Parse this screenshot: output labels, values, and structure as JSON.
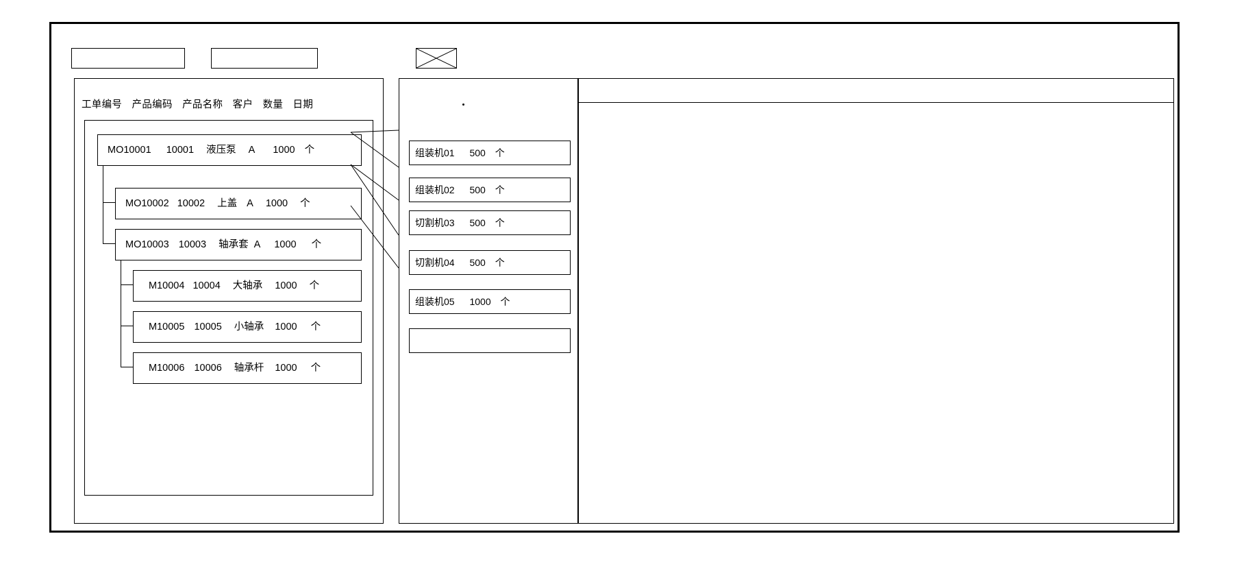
{
  "window": {
    "title": ""
  },
  "toolbar": {
    "field_1_value": "",
    "field_1_placeholder": "",
    "field_2_value": "",
    "field_2_placeholder": "",
    "image_placeholder_name": "image-placeholder-icon"
  },
  "left_panel": {
    "columns": [
      "工单编号",
      "产品编码",
      "产品名称",
      "客户",
      "数量",
      "日期"
    ],
    "rows": [
      {
        "level": 0,
        "order_no": "MO10001",
        "product_code": "10001",
        "product_name": "液压泵",
        "customer": "A",
        "qty": "1000",
        "unit": "个"
      },
      {
        "level": 1,
        "order_no": "MO10002",
        "product_code": "10002",
        "product_name": "上盖",
        "customer": "A",
        "qty": "1000",
        "unit": "个"
      },
      {
        "level": 1,
        "order_no": "MO10003",
        "product_code": "10003",
        "product_name": "轴承套",
        "customer": "A",
        "qty": "1000",
        "unit": "个"
      },
      {
        "level": 2,
        "order_no": "M10004",
        "product_code": "10004",
        "product_name": "大轴承",
        "customer": "",
        "qty": "1000",
        "unit": "个"
      },
      {
        "level": 2,
        "order_no": "M10005",
        "product_code": "10005",
        "product_name": "小轴承",
        "customer": "",
        "qty": "1000",
        "unit": "个"
      },
      {
        "level": 2,
        "order_no": "M10006",
        "product_code": "10006",
        "product_name": "轴承杆",
        "customer": "",
        "qty": "1000",
        "unit": "个"
      }
    ]
  },
  "middle_panel": {
    "cards": [
      {
        "machine": "组装机01",
        "qty": "500",
        "unit": "个"
      },
      {
        "machine": "组装机02",
        "qty": "500",
        "unit": "个"
      },
      {
        "machine": "切割机03",
        "qty": "500",
        "unit": "个"
      },
      {
        "machine": "切割机04",
        "qty": "500",
        "unit": "个"
      },
      {
        "machine": "组装机05",
        "qty": "1000",
        "unit": "个"
      },
      {
        "machine": "",
        "qty": "",
        "unit": ""
      }
    ]
  },
  "right_panel": {
    "header_text": "",
    "body_text": ""
  },
  "colors": {
    "stroke": "#000000",
    "background": "#ffffff"
  }
}
